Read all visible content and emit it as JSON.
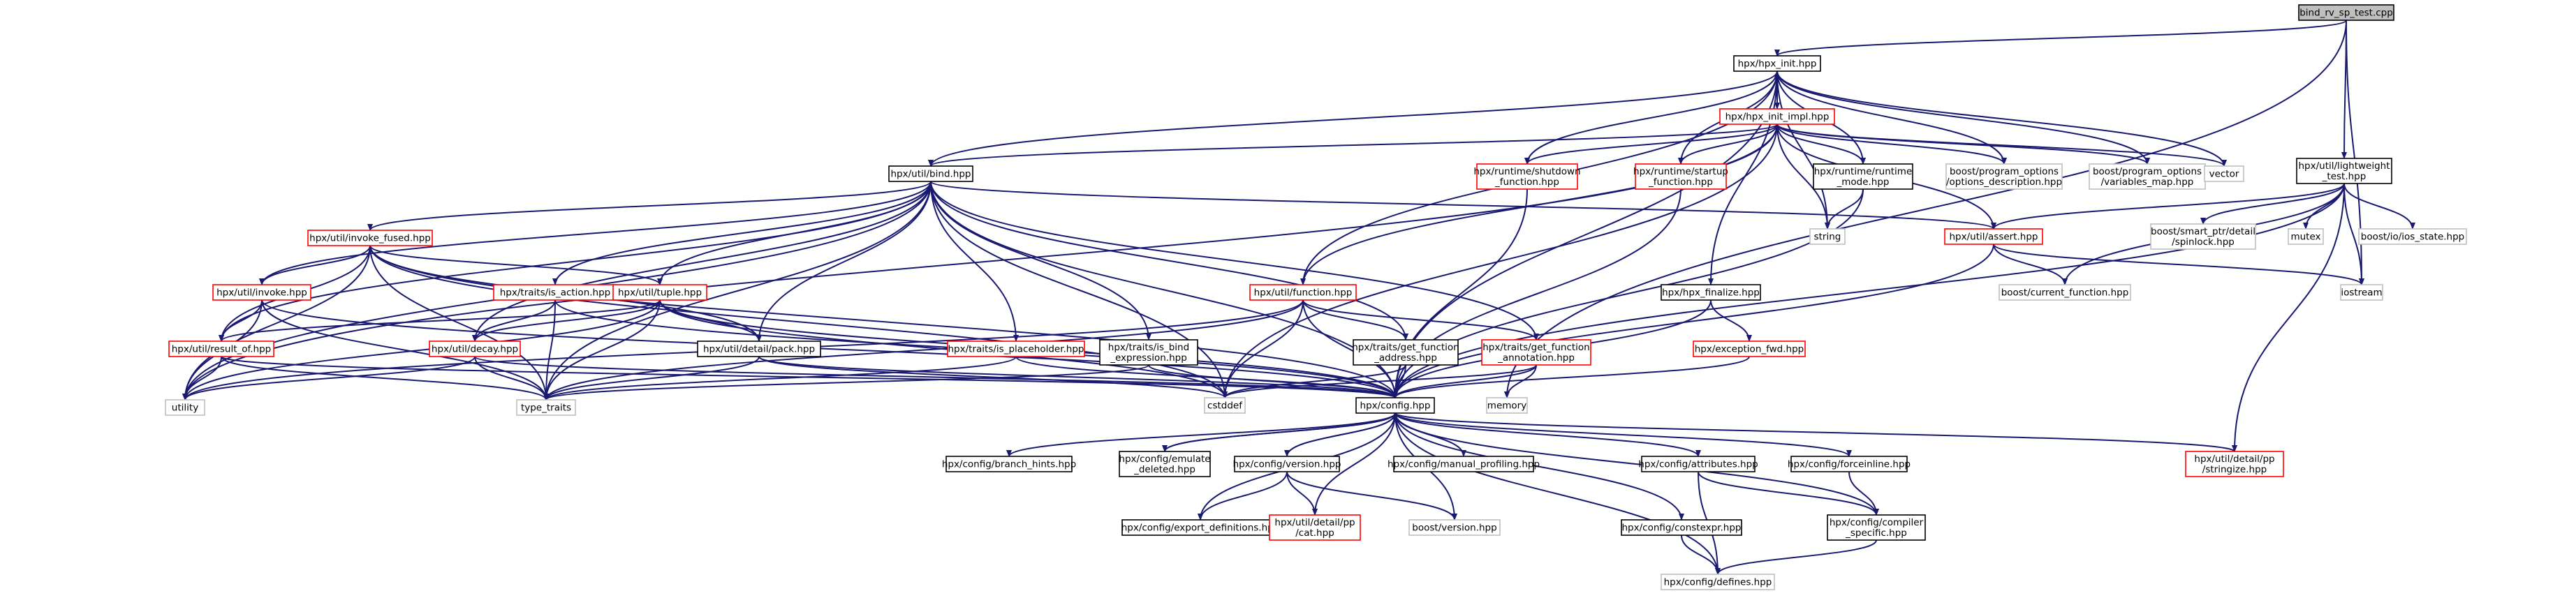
{
  "diagram": {
    "nodes": [
      {
        "id": "root",
        "lines": [
          "bind_rv_sp_test.cpp"
        ],
        "style": "root"
      },
      {
        "id": "hpx_init",
        "lines": [
          "hpx/hpx_init.hpp"
        ],
        "style": "black"
      },
      {
        "id": "hpx_init_impl",
        "lines": [
          "hpx/hpx_init_impl.hpp"
        ],
        "style": "red"
      },
      {
        "id": "lightweight",
        "lines": [
          "hpx/util/lightweight",
          "_test.hpp"
        ],
        "style": "black"
      },
      {
        "id": "bind",
        "lines": [
          "hpx/util/bind.hpp"
        ],
        "style": "black"
      },
      {
        "id": "shutdown",
        "lines": [
          "hpx/runtime/shutdown",
          "_function.hpp"
        ],
        "style": "red"
      },
      {
        "id": "startup",
        "lines": [
          "hpx/runtime/startup",
          "_function.hpp"
        ],
        "style": "red"
      },
      {
        "id": "runtime_mode",
        "lines": [
          "hpx/runtime/runtime",
          "_mode.hpp"
        ],
        "style": "black"
      },
      {
        "id": "po_desc",
        "lines": [
          "boost/program_options",
          "/options_description.hpp"
        ],
        "style": "grey"
      },
      {
        "id": "po_vmap",
        "lines": [
          "boost/program_options",
          "/variables_map.hpp"
        ],
        "style": "grey"
      },
      {
        "id": "vector",
        "lines": [
          "vector"
        ],
        "style": "grey"
      },
      {
        "id": "invoke_fused",
        "lines": [
          "hpx/util/invoke_fused.hpp"
        ],
        "style": "red"
      },
      {
        "id": "invoke",
        "lines": [
          "hpx/util/invoke.hpp"
        ],
        "style": "red"
      },
      {
        "id": "result_of",
        "lines": [
          "hpx/util/result_of.hpp"
        ],
        "style": "red"
      },
      {
        "id": "is_action",
        "lines": [
          "hpx/traits/is_action.hpp"
        ],
        "style": "red"
      },
      {
        "id": "tuple",
        "lines": [
          "hpx/util/tuple.hpp"
        ],
        "style": "red"
      },
      {
        "id": "decay",
        "lines": [
          "hpx/util/decay.hpp"
        ],
        "style": "red"
      },
      {
        "id": "pack",
        "lines": [
          "hpx/util/detail/pack.hpp"
        ],
        "style": "black"
      },
      {
        "id": "is_placeholder",
        "lines": [
          "hpx/traits/is_placeholder.hpp"
        ],
        "style": "red"
      },
      {
        "id": "is_bind_expr",
        "lines": [
          "hpx/traits/is_bind",
          "_expression.hpp"
        ],
        "style": "black"
      },
      {
        "id": "function",
        "lines": [
          "hpx/util/function.hpp"
        ],
        "style": "red"
      },
      {
        "id": "get_fn_addr",
        "lines": [
          "hpx/traits/get_function",
          "_address.hpp"
        ],
        "style": "black"
      },
      {
        "id": "get_fn_annot",
        "lines": [
          "hpx/traits/get_function",
          "_annotation.hpp"
        ],
        "style": "red"
      },
      {
        "id": "finalize",
        "lines": [
          "hpx/hpx_finalize.hpp"
        ],
        "style": "black"
      },
      {
        "id": "exception_fwd",
        "lines": [
          "hpx/exception_fwd.hpp"
        ],
        "style": "red"
      },
      {
        "id": "assert",
        "lines": [
          "hpx/util/assert.hpp"
        ],
        "style": "red"
      },
      {
        "id": "current_function",
        "lines": [
          "boost/current_function.hpp"
        ],
        "style": "grey"
      },
      {
        "id": "string",
        "lines": [
          "string"
        ],
        "style": "grey"
      },
      {
        "id": "spinlock",
        "lines": [
          "boost/smart_ptr/detail",
          "/spinlock.hpp"
        ],
        "style": "grey"
      },
      {
        "id": "mutex",
        "lines": [
          "mutex"
        ],
        "style": "grey"
      },
      {
        "id": "ios_state",
        "lines": [
          "boost/io/ios_state.hpp"
        ],
        "style": "grey"
      },
      {
        "id": "iostream",
        "lines": [
          "iostream"
        ],
        "style": "grey"
      },
      {
        "id": "utility",
        "lines": [
          "utility"
        ],
        "style": "grey"
      },
      {
        "id": "type_traits",
        "lines": [
          "type_traits"
        ],
        "style": "grey"
      },
      {
        "id": "cstddef",
        "lines": [
          "cstddef"
        ],
        "style": "grey"
      },
      {
        "id": "memory",
        "lines": [
          "memory"
        ],
        "style": "grey"
      },
      {
        "id": "config",
        "lines": [
          "hpx/config.hpp"
        ],
        "style": "black"
      },
      {
        "id": "branch_hints",
        "lines": [
          "hpx/config/branch_hints.hpp"
        ],
        "style": "black"
      },
      {
        "id": "emulate_deleted",
        "lines": [
          "hpx/config/emulate",
          "_deleted.hpp"
        ],
        "style": "black"
      },
      {
        "id": "config_version",
        "lines": [
          "hpx/config/version.hpp"
        ],
        "style": "black"
      },
      {
        "id": "manual_profiling",
        "lines": [
          "hpx/config/manual_profiling.hpp"
        ],
        "style": "black"
      },
      {
        "id": "attributes",
        "lines": [
          "hpx/config/attributes.hpp"
        ],
        "style": "black"
      },
      {
        "id": "forceinline",
        "lines": [
          "hpx/config/forceinline.hpp"
        ],
        "style": "black"
      },
      {
        "id": "stringize",
        "lines": [
          "hpx/util/detail/pp",
          "/stringize.hpp"
        ],
        "style": "red"
      },
      {
        "id": "export_defs",
        "lines": [
          "hpx/config/export_definitions.hpp"
        ],
        "style": "black"
      },
      {
        "id": "cat",
        "lines": [
          "hpx/util/detail/pp",
          "/cat.hpp"
        ],
        "style": "red"
      },
      {
        "id": "boost_version",
        "lines": [
          "boost/version.hpp"
        ],
        "style": "grey"
      },
      {
        "id": "constexpr",
        "lines": [
          "hpx/config/constexpr.hpp"
        ],
        "style": "black"
      },
      {
        "id": "compiler_specific",
        "lines": [
          "hpx/config/compiler",
          "_specific.hpp"
        ],
        "style": "black"
      },
      {
        "id": "defines",
        "lines": [
          "hpx/config/defines.hpp"
        ],
        "style": "grey"
      }
    ],
    "edges": [
      [
        "root",
        "hpx_init"
      ],
      [
        "root",
        "lightweight"
      ],
      [
        "root",
        "memory"
      ],
      [
        "root",
        "iostream"
      ],
      [
        "hpx_init",
        "hpx_init_impl"
      ],
      [
        "hpx_init",
        "bind"
      ],
      [
        "hpx_init",
        "shutdown"
      ],
      [
        "hpx_init",
        "startup"
      ],
      [
        "hpx_init",
        "runtime_mode"
      ],
      [
        "hpx_init",
        "po_desc"
      ],
      [
        "hpx_init",
        "po_vmap"
      ],
      [
        "hpx_init",
        "vector"
      ],
      [
        "hpx_init",
        "function"
      ],
      [
        "hpx_init",
        "finalize"
      ],
      [
        "hpx_init",
        "string"
      ],
      [
        "hpx_init",
        "config"
      ],
      [
        "hpx_init_impl",
        "hpx_init"
      ],
      [
        "hpx_init_impl",
        "bind"
      ],
      [
        "hpx_init_impl",
        "shutdown"
      ],
      [
        "hpx_init_impl",
        "startup"
      ],
      [
        "hpx_init_impl",
        "runtime_mode"
      ],
      [
        "hpx_init_impl",
        "po_desc"
      ],
      [
        "hpx_init_impl",
        "po_vmap"
      ],
      [
        "hpx_init_impl",
        "vector"
      ],
      [
        "hpx_init_impl",
        "function"
      ],
      [
        "hpx_init_impl",
        "assert"
      ],
      [
        "hpx_init_impl",
        "string"
      ],
      [
        "hpx_init_impl",
        "utility"
      ],
      [
        "hpx_init_impl",
        "cstddef"
      ],
      [
        "lightweight",
        "assert"
      ],
      [
        "lightweight",
        "spinlock"
      ],
      [
        "lightweight",
        "mutex"
      ],
      [
        "lightweight",
        "ios_state"
      ],
      [
        "lightweight",
        "iostream"
      ],
      [
        "lightweight",
        "current_function"
      ],
      [
        "lightweight",
        "stringize"
      ],
      [
        "lightweight",
        "config"
      ],
      [
        "bind",
        "invoke_fused"
      ],
      [
        "bind",
        "invoke"
      ],
      [
        "bind",
        "result_of"
      ],
      [
        "bind",
        "is_action"
      ],
      [
        "bind",
        "tuple"
      ],
      [
        "bind",
        "decay"
      ],
      [
        "bind",
        "pack"
      ],
      [
        "bind",
        "is_placeholder"
      ],
      [
        "bind",
        "is_bind_expr"
      ],
      [
        "bind",
        "get_fn_addr"
      ],
      [
        "bind",
        "get_fn_annot"
      ],
      [
        "bind",
        "assert"
      ],
      [
        "bind",
        "config"
      ],
      [
        "bind",
        "utility"
      ],
      [
        "bind",
        "type_traits"
      ],
      [
        "bind",
        "cstddef"
      ],
      [
        "invoke_fused",
        "invoke"
      ],
      [
        "invoke_fused",
        "result_of"
      ],
      [
        "invoke_fused",
        "tuple"
      ],
      [
        "invoke_fused",
        "pack"
      ],
      [
        "invoke_fused",
        "config"
      ],
      [
        "invoke_fused",
        "utility"
      ],
      [
        "invoke_fused",
        "type_traits"
      ],
      [
        "invoke_fused",
        "cstddef"
      ],
      [
        "invoke",
        "result_of"
      ],
      [
        "invoke",
        "config"
      ],
      [
        "invoke",
        "utility"
      ],
      [
        "invoke",
        "type_traits"
      ],
      [
        "result_of",
        "config"
      ],
      [
        "result_of",
        "utility"
      ],
      [
        "result_of",
        "type_traits"
      ],
      [
        "is_action",
        "decay"
      ],
      [
        "is_action",
        "config"
      ],
      [
        "is_action",
        "type_traits"
      ],
      [
        "tuple",
        "decay"
      ],
      [
        "tuple",
        "pack"
      ],
      [
        "tuple",
        "config"
      ],
      [
        "tuple",
        "utility"
      ],
      [
        "tuple",
        "type_traits"
      ],
      [
        "tuple",
        "cstddef"
      ],
      [
        "tuple",
        "result_of"
      ],
      [
        "decay",
        "config"
      ],
      [
        "decay",
        "utility"
      ],
      [
        "decay",
        "type_traits"
      ],
      [
        "pack",
        "config"
      ],
      [
        "pack",
        "type_traits"
      ],
      [
        "pack",
        "cstddef"
      ],
      [
        "is_placeholder",
        "config"
      ],
      [
        "is_placeholder",
        "type_traits"
      ],
      [
        "is_bind_expr",
        "config"
      ],
      [
        "is_bind_expr",
        "type_traits"
      ],
      [
        "function",
        "get_fn_addr"
      ],
      [
        "function",
        "get_fn_annot"
      ],
      [
        "function",
        "config"
      ],
      [
        "function",
        "utility"
      ],
      [
        "function",
        "type_traits"
      ],
      [
        "function",
        "cstddef"
      ],
      [
        "get_fn_addr",
        "config"
      ],
      [
        "get_fn_addr",
        "cstddef"
      ],
      [
        "get_fn_annot",
        "config"
      ],
      [
        "get_fn_annot",
        "memory"
      ],
      [
        "get_fn_annot",
        "cstddef"
      ],
      [
        "shutdown",
        "config"
      ],
      [
        "startup",
        "config"
      ],
      [
        "runtime_mode",
        "config"
      ],
      [
        "runtime_mode",
        "string"
      ],
      [
        "finalize",
        "exception_fwd"
      ],
      [
        "finalize",
        "config"
      ],
      [
        "exception_fwd",
        "config"
      ],
      [
        "assert",
        "current_function"
      ],
      [
        "assert",
        "config"
      ],
      [
        "assert",
        "iostream"
      ],
      [
        "config",
        "branch_hints"
      ],
      [
        "config",
        "emulate_deleted"
      ],
      [
        "config",
        "config_version"
      ],
      [
        "config",
        "manual_profiling"
      ],
      [
        "config",
        "attributes"
      ],
      [
        "config",
        "forceinline"
      ],
      [
        "config",
        "stringize"
      ],
      [
        "config",
        "export_defs"
      ],
      [
        "config",
        "cat"
      ],
      [
        "config",
        "boost_version"
      ],
      [
        "config",
        "constexpr"
      ],
      [
        "config",
        "compiler_specific"
      ],
      [
        "config",
        "defines"
      ],
      [
        "emulate_deleted",
        "config"
      ],
      [
        "config_version",
        "config"
      ],
      [
        "config_version",
        "export_defs"
      ],
      [
        "config_version",
        "cat"
      ],
      [
        "config_version",
        "boost_version"
      ],
      [
        "attributes",
        "compiler_specific"
      ],
      [
        "attributes",
        "defines"
      ],
      [
        "forceinline",
        "compiler_specific"
      ],
      [
        "constexpr",
        "defines"
      ],
      [
        "compiler_specific",
        "defines"
      ]
    ]
  }
}
